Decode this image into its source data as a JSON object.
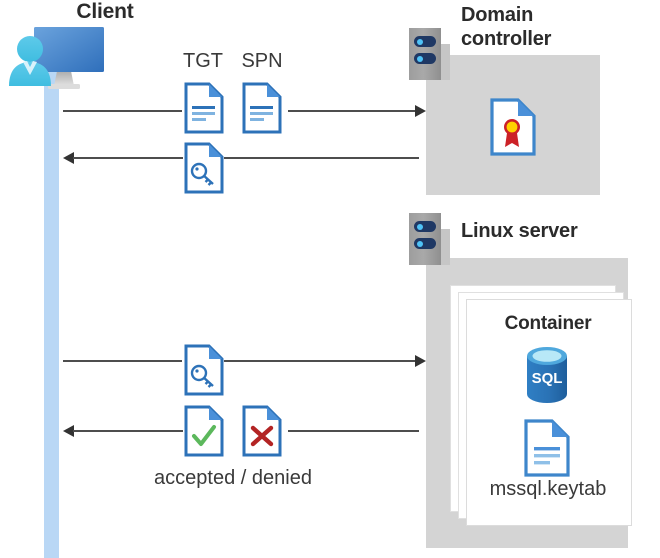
{
  "diagram": {
    "title": "Kerberos authentication flow between client, domain controller and Linux server container",
    "type": "sequence-diagram"
  },
  "actors": {
    "client": {
      "label": "Client",
      "icon": "monitor-user-icon"
    },
    "domain_controller": {
      "label_line1": "Domain",
      "label_line2": "controller",
      "icon": "server-rack-icon",
      "content_icon": "certificate-document-icon"
    },
    "linux_server": {
      "label": "Linux server",
      "icon": "server-rack-icon",
      "container": {
        "label": "Container",
        "database_icon": "sql-database-icon",
        "database_label": "SQL",
        "keytab_icon": "document-lines-icon",
        "keytab_label": "mssql.keytab"
      }
    }
  },
  "messages": [
    {
      "id": "request-tgt-spn",
      "direction": "right",
      "from": "client",
      "to": "domain_controller",
      "icons": [
        {
          "name": "tgt-document-icon",
          "label": "TGT"
        },
        {
          "name": "spn-document-icon",
          "label": "SPN"
        }
      ]
    },
    {
      "id": "service-ticket-response",
      "direction": "left",
      "from": "domain_controller",
      "to": "client",
      "icons": [
        {
          "name": "key-document-icon",
          "label": ""
        }
      ]
    },
    {
      "id": "present-service-ticket",
      "direction": "right",
      "from": "client",
      "to": "linux_server",
      "icons": [
        {
          "name": "key-document-icon",
          "label": ""
        }
      ]
    },
    {
      "id": "auth-result",
      "direction": "left",
      "from": "linux_server",
      "to": "client",
      "caption": "accepted / denied",
      "icons": [
        {
          "name": "check-document-icon",
          "label": ""
        },
        {
          "name": "cross-document-icon",
          "label": ""
        }
      ]
    }
  ],
  "colors": {
    "accent_blue": "#3e86cb",
    "doc_fill": "#ffffff",
    "doc_fold": "#4a90d9",
    "lifeline_blue": "#b9d7f5",
    "zone_gray": "#d4d4d4",
    "rack_gray": "#9d9d9d",
    "rack_led": "#1f3864",
    "sql_blue": "#2a72b5",
    "check_green": "#5cb85c",
    "cross_red": "#b32424",
    "ribbon_red": "#cc2127",
    "ribbon_gold": "#ffd200",
    "text_dark": "#2b2b2b",
    "arrow_dark": "#333333"
  }
}
